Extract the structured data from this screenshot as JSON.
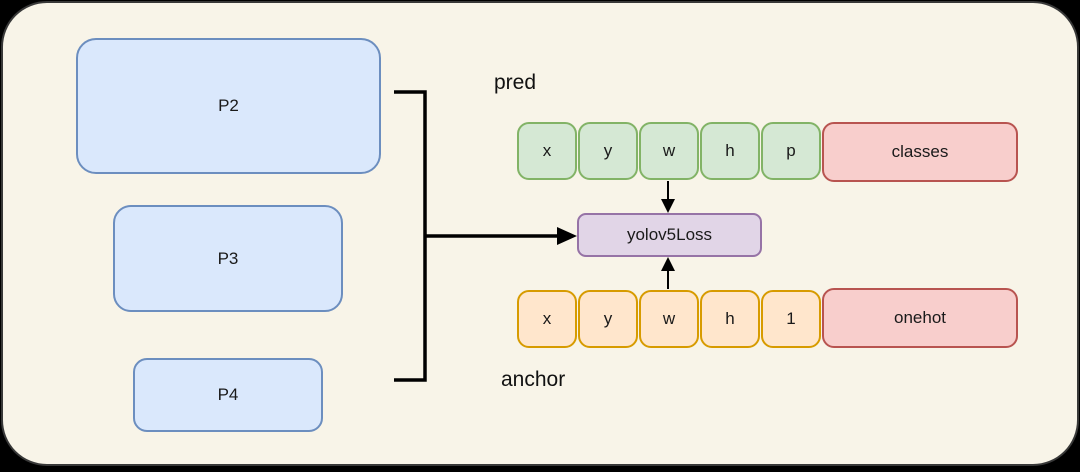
{
  "diagram": {
    "feature_maps": [
      {
        "label": "P2"
      },
      {
        "label": "P3"
      },
      {
        "label": "P4"
      }
    ],
    "loss_node": {
      "label": "yolov5Loss"
    },
    "pred": {
      "label": "pred",
      "cells": [
        "x",
        "y",
        "w",
        "h",
        "p"
      ],
      "tail_label": "classes"
    },
    "anchor": {
      "label": "anchor",
      "cells": [
        "x",
        "y",
        "w",
        "h",
        "1"
      ],
      "tail_label": "onehot"
    },
    "colors": {
      "canvas_background": "#f8f4e8",
      "outer_background": "#000000",
      "frame_border": "#383838",
      "blue_fill": "#dae8fc",
      "blue_border": "#6c8ebf",
      "green_fill": "#d5e8d4",
      "green_border": "#82b366",
      "orange_fill": "#ffe6cc",
      "orange_border": "#d79b00",
      "red_fill": "#f8cecc",
      "red_border": "#b85450",
      "purple_fill": "#e1d5e7",
      "purple_border": "#9673a6",
      "connector": "#000000"
    }
  }
}
